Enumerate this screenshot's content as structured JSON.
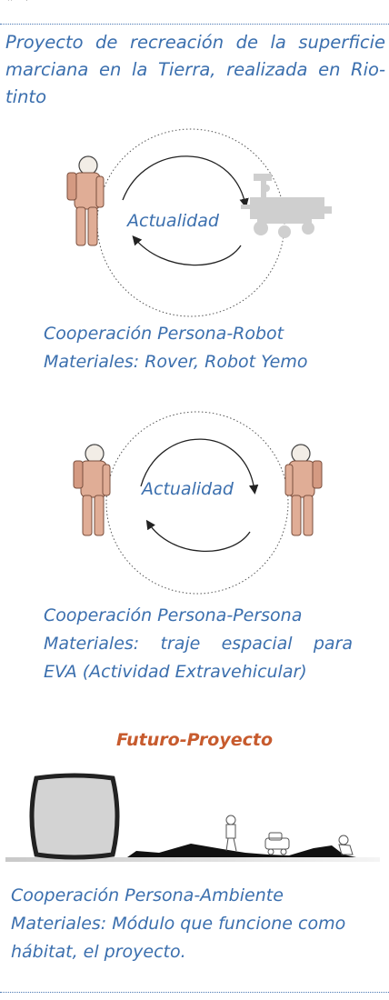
{
  "intro_text": "Proyecto de recreación de la superficie marciana en la Tierra, realizada en Rio-tinto",
  "section1": {
    "cycle_label": "Actualidad",
    "caption_line1": "Cooperación Persona-Robot",
    "caption_line2": "Materiales: Rover, Robot Yemo"
  },
  "section2": {
    "cycle_label": "Actualidad",
    "caption_line1": "Cooperación Persona-Persona",
    "caption_line2": "Materiales: traje espacial para",
    "caption_line3": "EVA (Actividad Extravehicular)"
  },
  "section3": {
    "title": "Futuro-Proyecto",
    "caption_line1": "Cooperación Persona-Ambiente",
    "caption_line2": "Materiales: Módulo que funcione como",
    "caption_line3": "hábitat, el proyecto."
  },
  "colors": {
    "text_blue": "#3b6fae",
    "accent_orange": "#c75b2e",
    "suit": "#e0ad96",
    "robot_gray": "#cfcfcf"
  },
  "icons": [
    "astronaut-icon",
    "rover-icon",
    "habitat-module-icon",
    "cycle-arrow-icon"
  ]
}
